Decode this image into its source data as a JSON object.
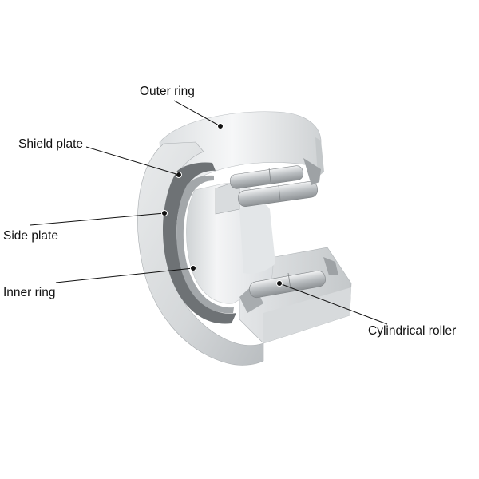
{
  "labels": {
    "outer_ring": "Outer ring",
    "shield_plate": "Shield plate",
    "side_plate": "Side plate",
    "inner_ring": "Inner ring",
    "cylindrical_roller": "Cylindrical roller"
  },
  "colors": {
    "metal_light": "#eeeff0",
    "metal_mid": "#c9ccce",
    "metal_dark": "#8f9396",
    "shield_dark": "#6e7275",
    "leader_line": "#111111"
  }
}
